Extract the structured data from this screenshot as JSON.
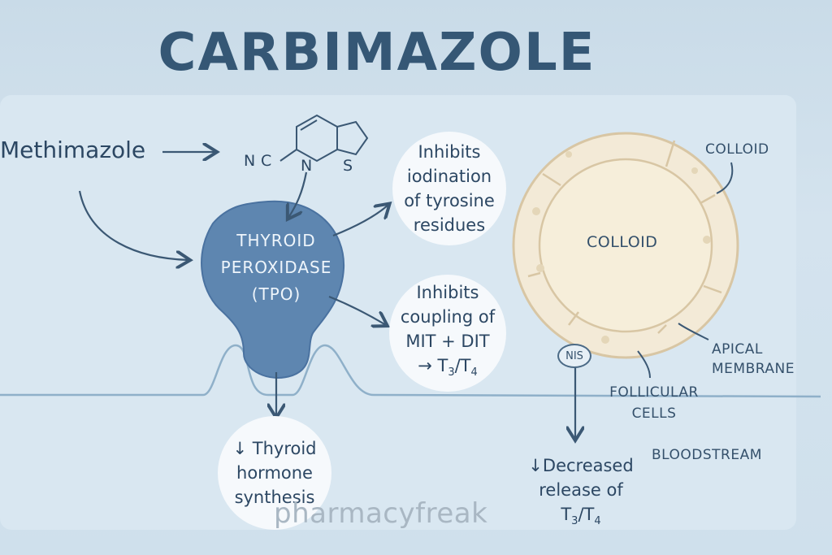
{
  "title": "CARBIMAZOLE",
  "drug_label": "Methimazole",
  "structure": {
    "atoms": [
      "N",
      "C",
      "N",
      "S"
    ]
  },
  "tpo": {
    "line1": "THYROID",
    "line2": "PEROXIDASE",
    "line3": "(TPO)"
  },
  "effects": {
    "iodination": [
      "Inhibits",
      "iodination",
      "of tyrosine",
      "residues"
    ],
    "coupling": [
      "Inhibits",
      "coupling of",
      "MIT + DIT"
    ],
    "coupling_products": {
      "arrow": "→ ",
      "t": "T",
      "s3": "3",
      "slash": "/T",
      "s4": "4"
    },
    "synthesis": [
      "↓ Thyroid",
      "hormone",
      "synthesis"
    ]
  },
  "follicle": {
    "colloid_center": "COLLOID",
    "colloid_label": "COLLOID",
    "apical": [
      "APICAL",
      "MEMBRANE"
    ],
    "follicular": [
      "FOLLICULAR",
      "CELLS"
    ],
    "nis": "NIS"
  },
  "bloodstream": "BLOODSTREAM",
  "release": {
    "lines": [
      "↓Decreased",
      "release of"
    ],
    "t": "T",
    "s3": "3",
    "slash": "/T",
    "s4": "4"
  },
  "watermark": "pharmacyfreak",
  "colors": {
    "tpo_fill": "#5e86b0",
    "arrow": "#3b5874",
    "cell_fill": "#f3ead7",
    "cell_stroke": "#d8c6a4"
  }
}
